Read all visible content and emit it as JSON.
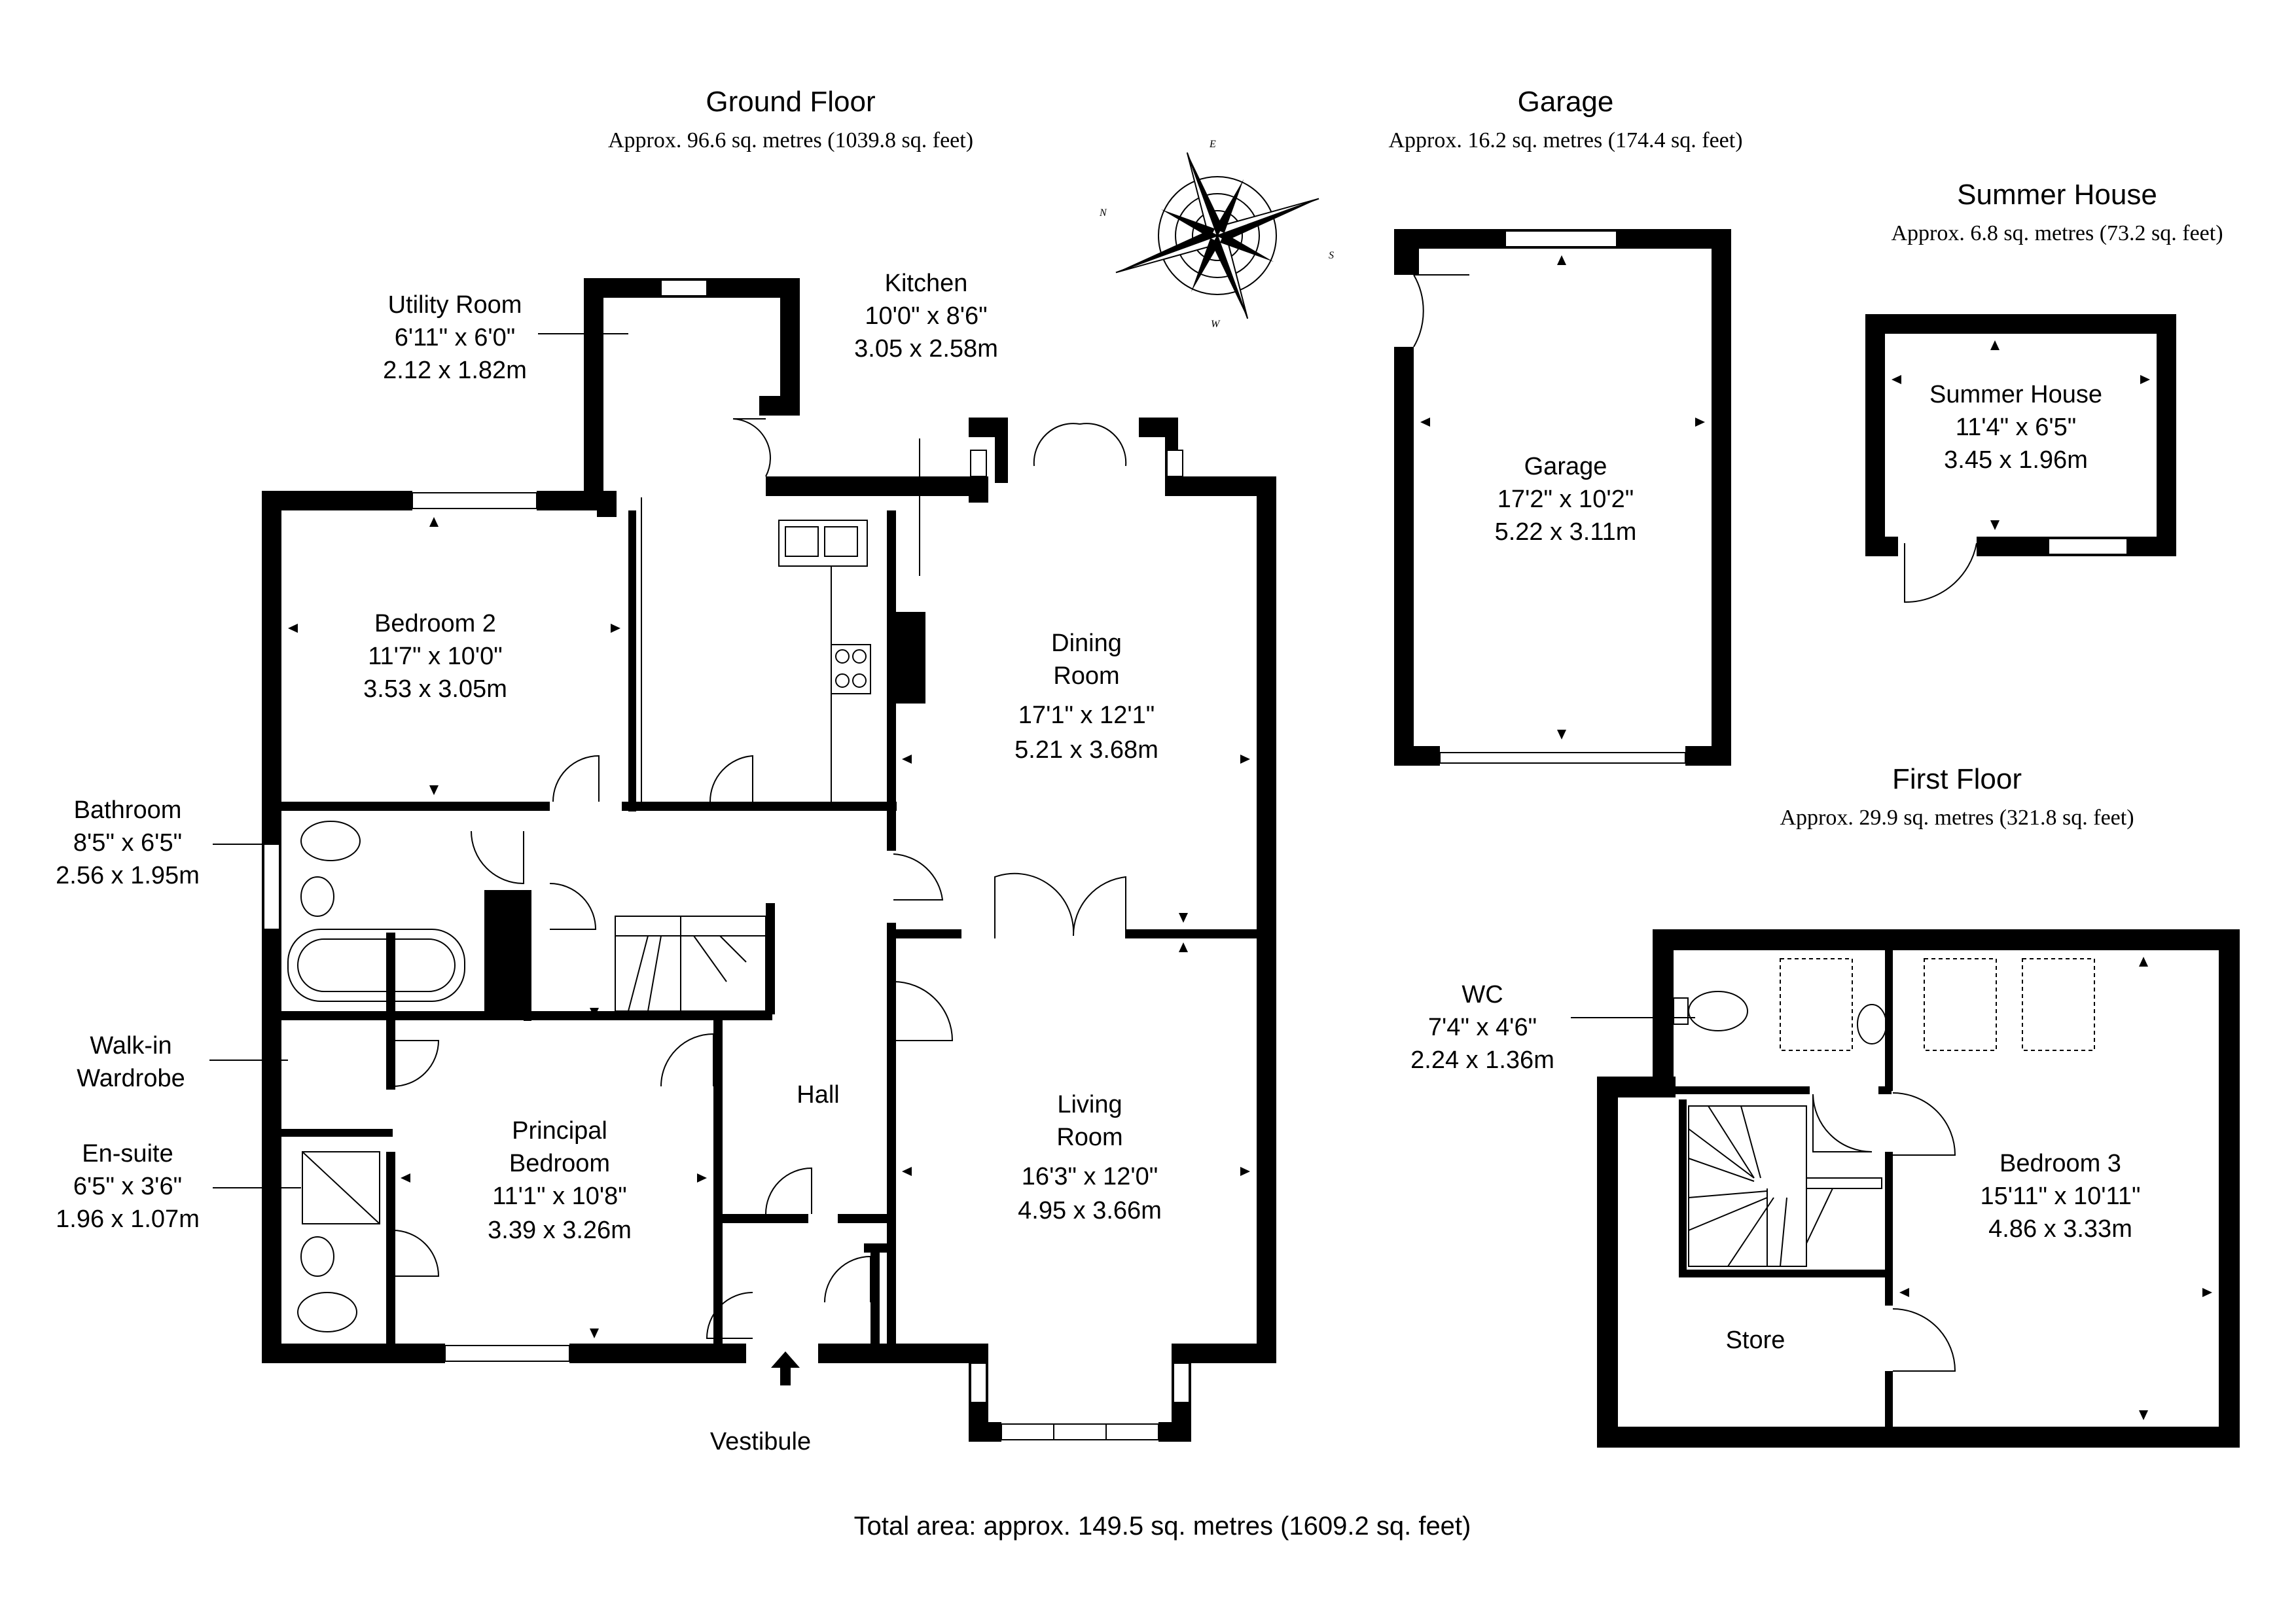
{
  "floors": {
    "ground": {
      "title": "Ground Floor",
      "area": "Approx. 96.6 sq. metres (1039.8 sq. feet)"
    },
    "garage": {
      "title": "Garage",
      "area": "Approx. 16.2 sq. metres (174.4 sq. feet)"
    },
    "summer_house": {
      "title": "Summer House",
      "area": "Approx. 6.8 sq. metres (73.2 sq. feet)"
    },
    "first": {
      "title": "First Floor",
      "area": "Approx. 29.9 sq. metres (321.8 sq. feet)"
    }
  },
  "rooms": {
    "utility": {
      "name": "Utility Room",
      "imperial": "6'11\" x 6'0\"",
      "metric": "2.12 x 1.82m"
    },
    "kitchen": {
      "name": "Kitchen",
      "imperial": "10'0\" x 8'6\"",
      "metric": "3.05 x 2.58m"
    },
    "bedroom2": {
      "name": "Bedroom 2",
      "imperial": "11'7\" x 10'0\"",
      "metric": "3.53 x 3.05m"
    },
    "dining": {
      "name1": "Dining",
      "name2": "Room",
      "imperial": "17'1\" x 12'1\"",
      "metric": "5.21 x 3.68m"
    },
    "bathroom": {
      "name": "Bathroom",
      "imperial": "8'5\" x 6'5\"",
      "metric": "2.56 x 1.95m"
    },
    "walkin": {
      "name1": "Walk-in",
      "name2": "Wardrobe"
    },
    "hall": {
      "name": "Hall"
    },
    "living": {
      "name1": "Living",
      "name2": "Room",
      "imperial": "16'3\" x 12'0\"",
      "metric": "4.95 x 3.66m"
    },
    "principal": {
      "name1": "Principal",
      "name2": "Bedroom",
      "imperial": "11'1\" x 10'8\"",
      "metric": "3.39 x 3.26m"
    },
    "ensuite": {
      "name": "En-suite",
      "imperial": "6'5\" x 3'6\"",
      "metric": "1.96 x 1.07m"
    },
    "vestibule": {
      "name": "Vestibule"
    },
    "garage": {
      "name": "Garage",
      "imperial": "17'2\" x 10'2\"",
      "metric": "5.22 x 3.11m"
    },
    "summer_house": {
      "name": "Summer House",
      "imperial": "11'4\" x 6'5\"",
      "metric": "3.45 x 1.96m"
    },
    "wc": {
      "name": "WC",
      "imperial": "7'4\" x 4'6\"",
      "metric": "2.24 x 1.36m"
    },
    "bedroom3": {
      "name": "Bedroom 3",
      "imperial": "15'11\" x 10'11\"",
      "metric": "4.86 x 3.33m"
    },
    "store": {
      "name": "Store"
    }
  },
  "compass": {
    "n": "N",
    "e": "E",
    "s": "S",
    "w": "W"
  },
  "total_area": "Total area: approx. 149.5 sq. metres (1609.2 sq. feet)"
}
